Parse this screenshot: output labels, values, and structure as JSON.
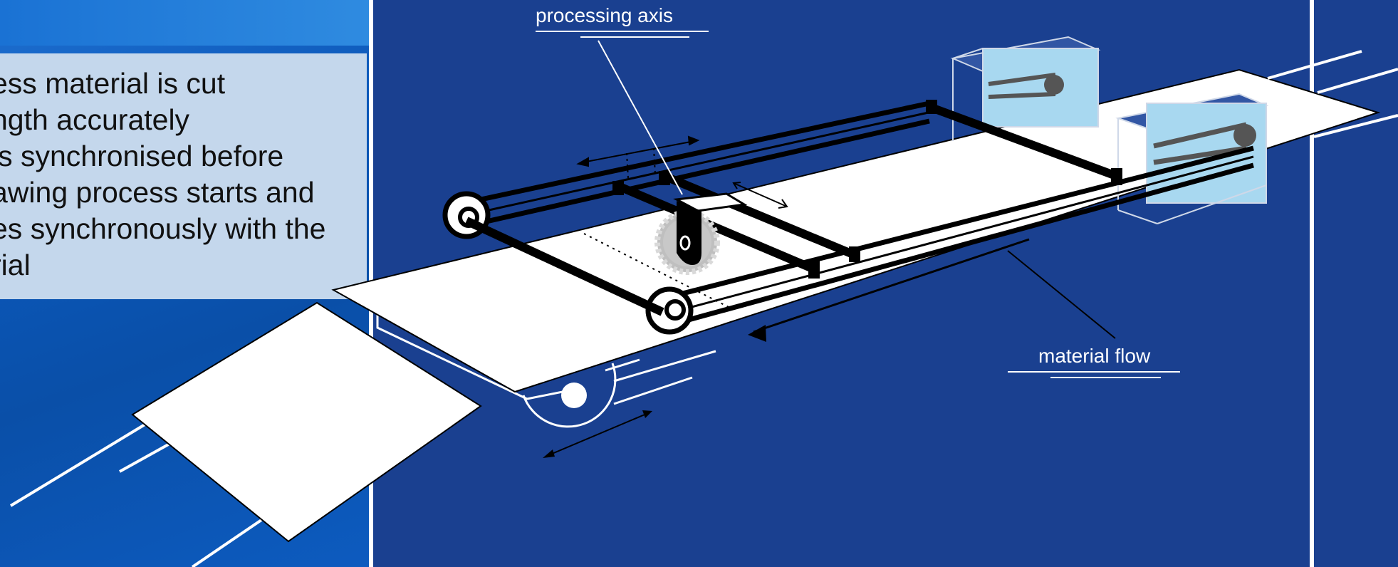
{
  "description_lines": [
    "ess material is cut",
    "ngth accurately",
    "is synchronised before",
    "awing process starts and",
    "es synchronously with the",
    "rial"
  ],
  "labels": {
    "processing_axis": "processing axis",
    "material_flow": "material flow"
  },
  "colors": {
    "background": "#1a4090",
    "text_box": "#c4d7ec",
    "panel_blue": "#0a4fa8",
    "glass": "#a8d8f0"
  }
}
